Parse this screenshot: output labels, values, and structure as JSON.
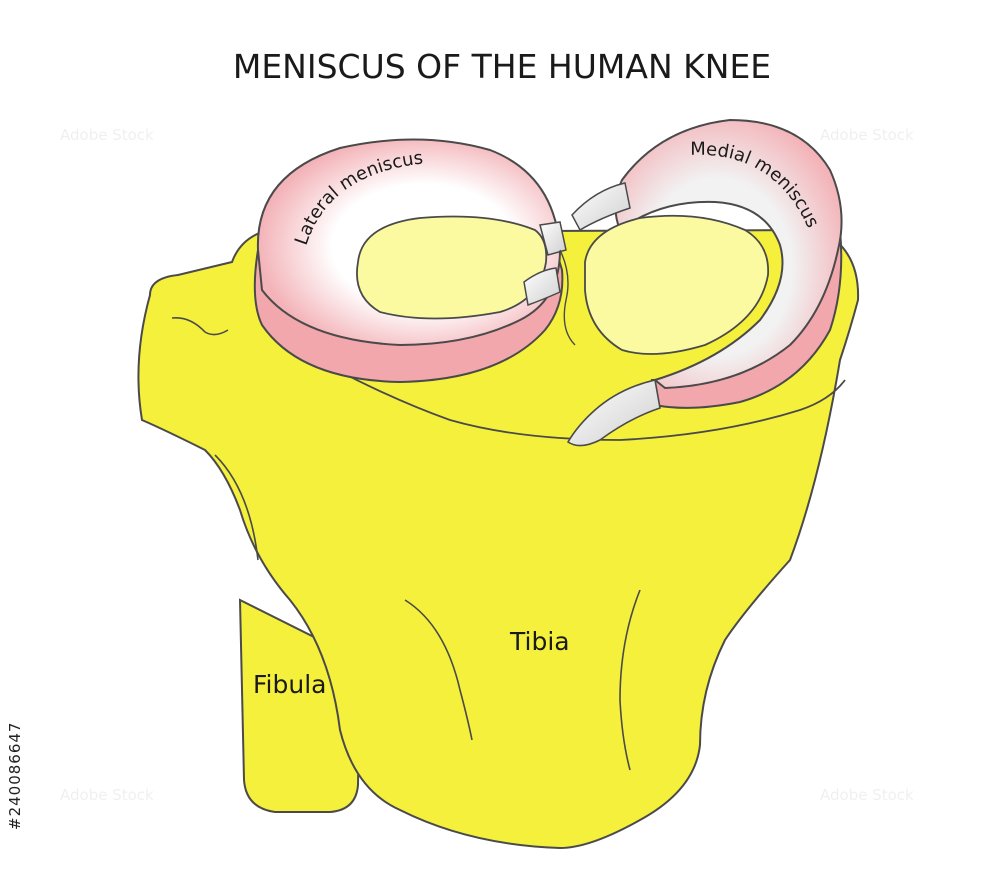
{
  "title": "MENISCUS OF THE HUMAN KNEE",
  "labels": {
    "lateral_meniscus": "Lateral meniscus",
    "medial_meniscus": "Medial meniscus",
    "tibia": "Tibia",
    "fibula": "Fibula"
  },
  "stock_id": "#240086647",
  "watermark_text": "Adobe Stock",
  "colors": {
    "bone": "#f5f03c",
    "bone_outline": "#4a4a4a",
    "meniscus": "#f1a7ac",
    "meniscus_inner": "#ffffff",
    "plateau": "#fbfaa0",
    "ligament": "#e9e9e9"
  }
}
